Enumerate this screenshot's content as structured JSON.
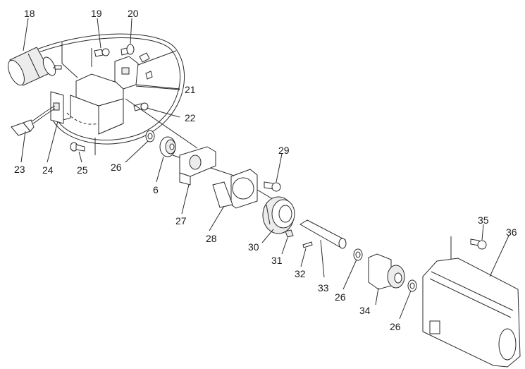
{
  "diagram": {
    "type": "exploded-parts-view",
    "callouts": {
      "c18": "18",
      "c19": "19",
      "c20": "20",
      "c21": "21",
      "c22": "22",
      "c23": "23",
      "c24": "24",
      "c25": "25",
      "c26a": "26",
      "c6": "6",
      "c27": "27",
      "c28": "28",
      "c29": "29",
      "c30": "30",
      "c31": "31",
      "c32": "32",
      "c33": "33",
      "c26b": "26",
      "c34": "34",
      "c26c": "26",
      "c35": "35",
      "c36": "36"
    }
  }
}
